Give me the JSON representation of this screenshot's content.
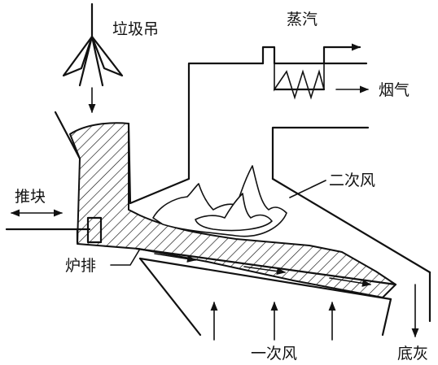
{
  "labels": {
    "crane": "垃圾吊",
    "steam": "蒸汽",
    "flue_gas": "烟气",
    "pusher": "推块",
    "secondary_air": "二次风",
    "grate": "炉排",
    "primary_air": "一次风",
    "bottom_ash": "底灰"
  }
}
